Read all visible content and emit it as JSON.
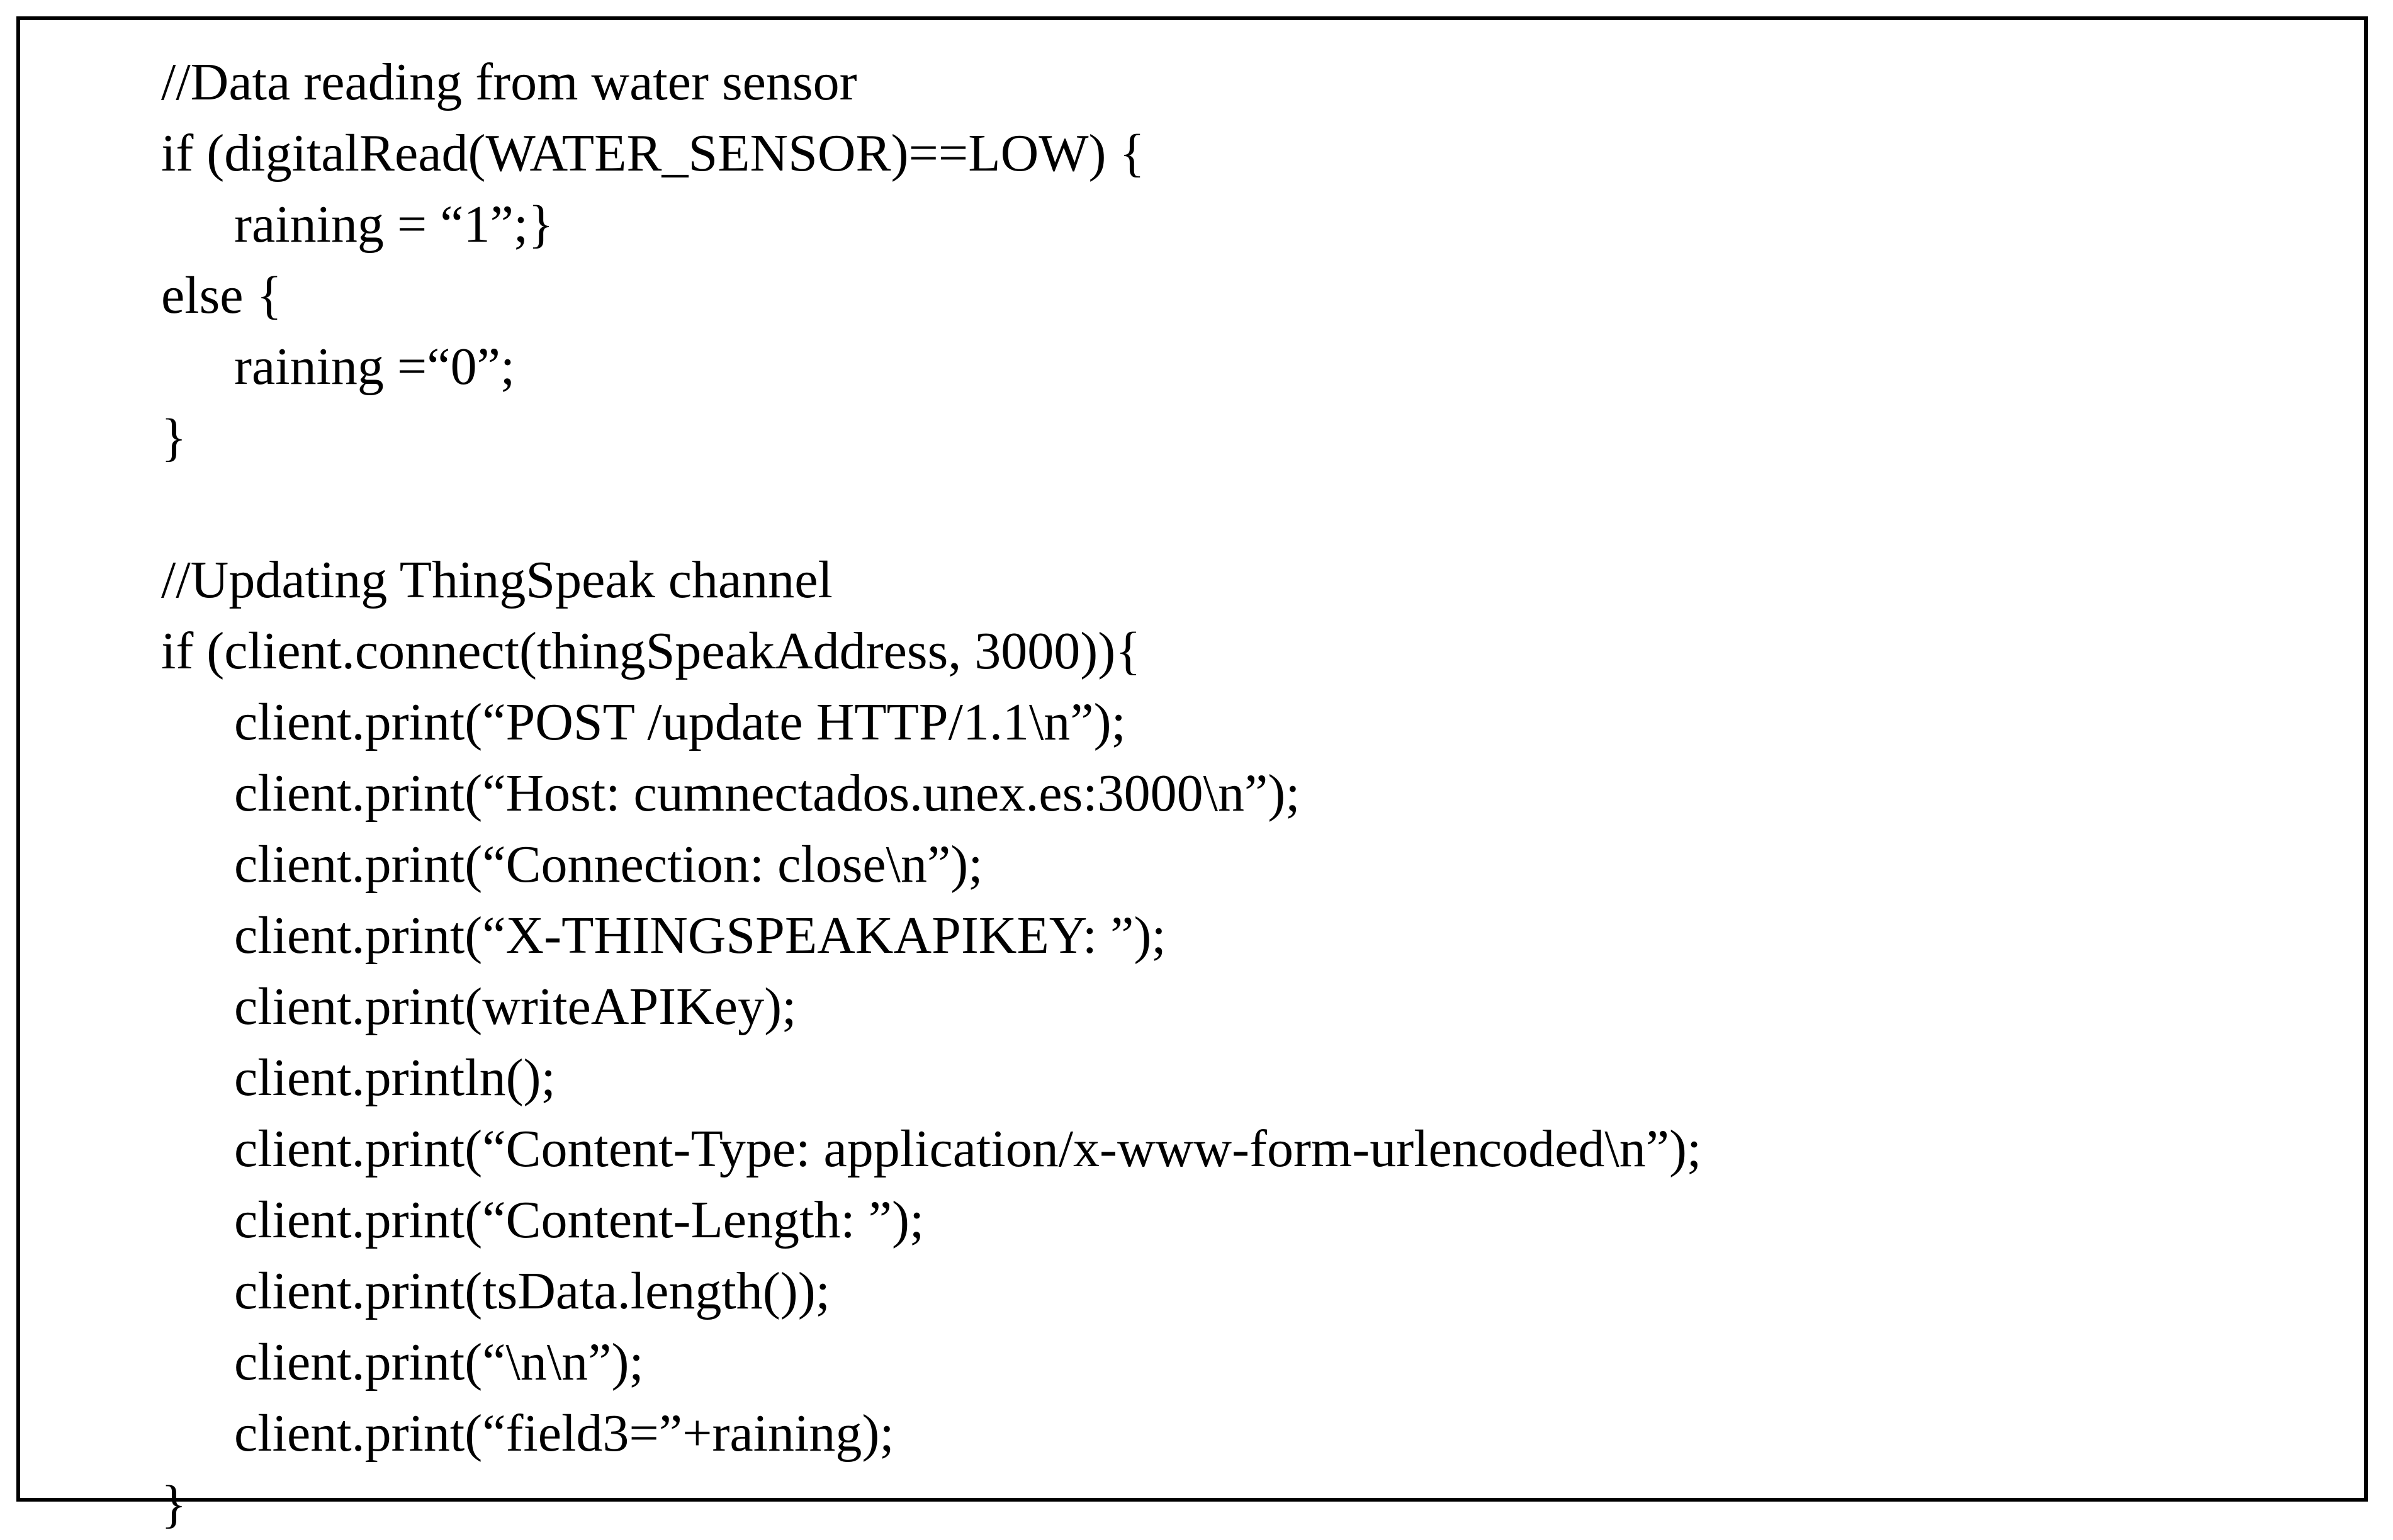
{
  "code": {
    "lines": [
      {
        "text": "//Data reading from water sensor",
        "indent": 0
      },
      {
        "text": "if (digitalRead(WATER_SENSOR)==LOW) {",
        "indent": 0
      },
      {
        "text": "raining = “1”;}",
        "indent": 1
      },
      {
        "text": "else {",
        "indent": 0
      },
      {
        "text": "raining =“0”;",
        "indent": 1
      },
      {
        "text": "}",
        "indent": 0
      },
      {
        "text": "",
        "indent": 0
      },
      {
        "text": "//Updating ThingSpeak channel",
        "indent": 0
      },
      {
        "text": "if (client.connect(thingSpeakAddress, 3000)){",
        "indent": 0
      },
      {
        "text": "client.print(“POST /update HTTP/1.1\\n”);",
        "indent": 1
      },
      {
        "text": "client.print(“Host: cumnectados.unex.es:3000\\n”);",
        "indent": 1
      },
      {
        "text": "client.print(“Connection: close\\n”);",
        "indent": 1
      },
      {
        "text": "client.print(“X-THINGSPEAKAPIKEY: ”);",
        "indent": 1
      },
      {
        "text": "client.print(writeAPIKey);",
        "indent": 1
      },
      {
        "text": "client.println();",
        "indent": 1
      },
      {
        "text": "client.print(“Content-Type: application/x-www-form-urlencoded\\n”);",
        "indent": 1
      },
      {
        "text": "client.print(“Content-Length: ”);",
        "indent": 1
      },
      {
        "text": "client.print(tsData.length());",
        "indent": 1
      },
      {
        "text": "client.print(“\\n\\n”);",
        "indent": 1
      },
      {
        "text": "client.print(“field3=”+raining);",
        "indent": 1
      },
      {
        "text": "}",
        "indent": 0
      }
    ]
  }
}
